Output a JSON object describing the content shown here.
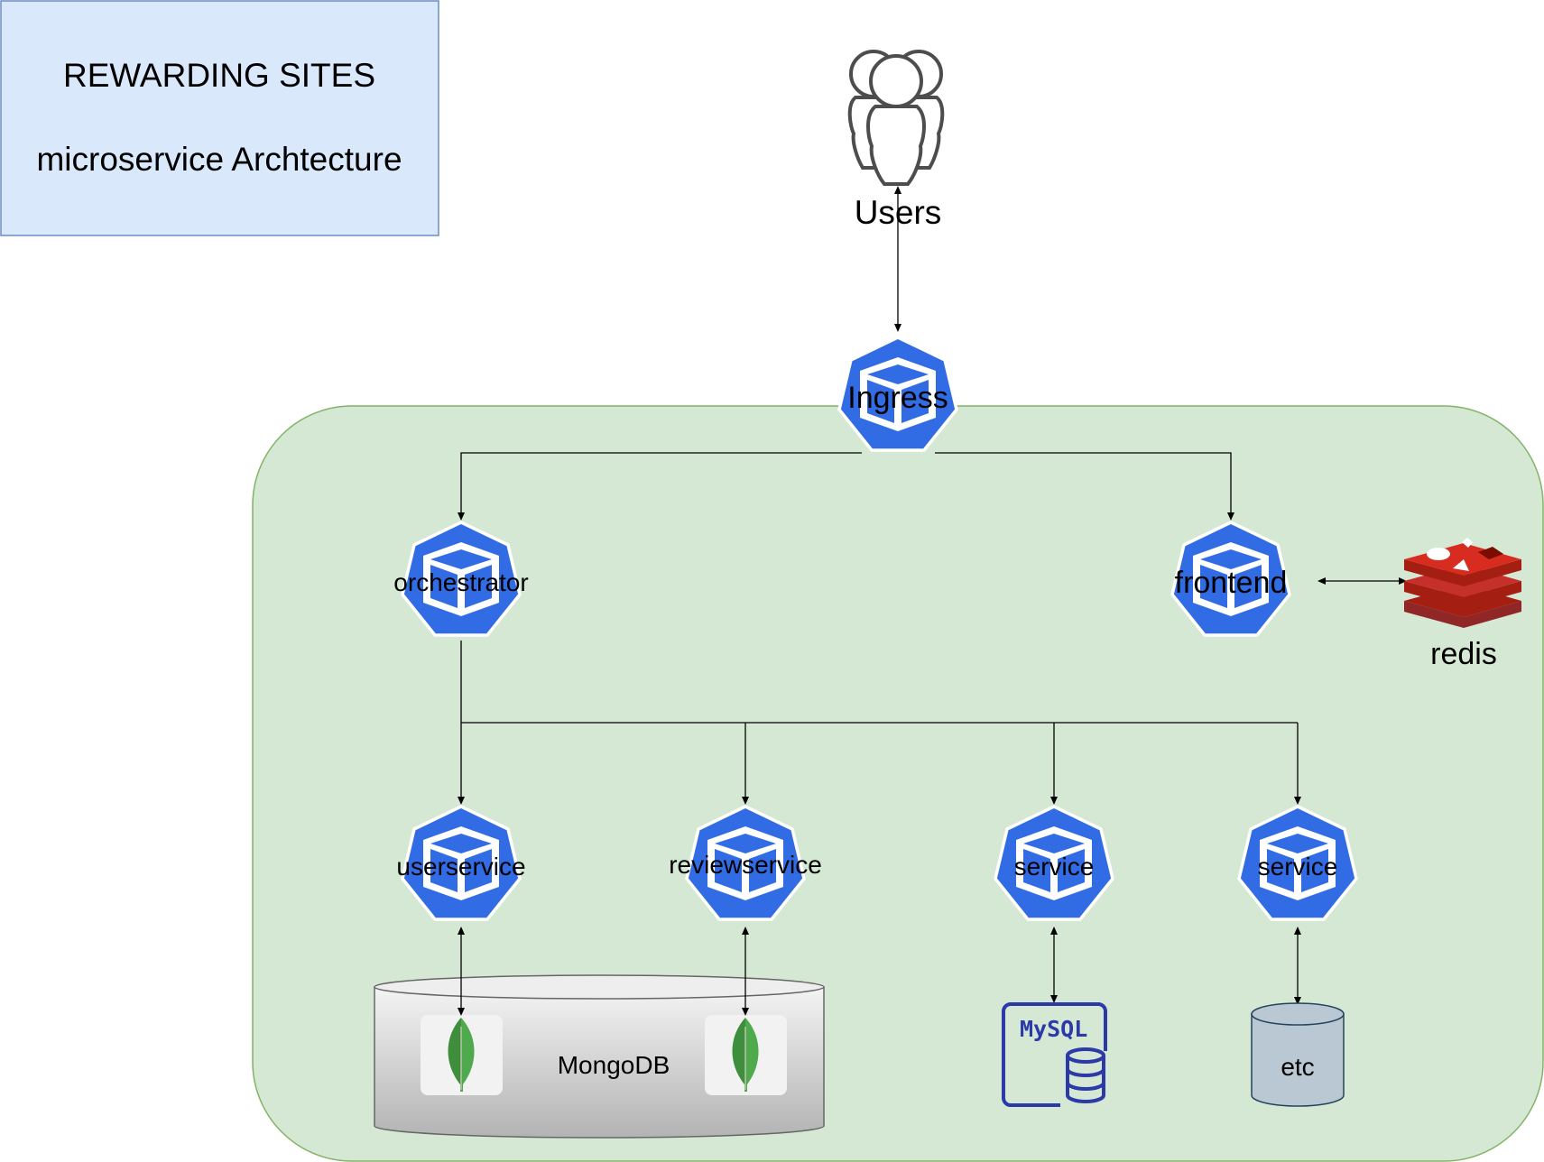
{
  "title_box": {
    "line1": "REWARDING SITES",
    "line2": "microservice Archtecture",
    "fill": "#dae8fc",
    "stroke": "#6c8ebf"
  },
  "users": {
    "label": "Users",
    "icon": "users-icon"
  },
  "cluster": {
    "fill": "#d5e8d4",
    "stroke": "#82b366"
  },
  "k8s_color": "#326ce5",
  "nodes": {
    "ingress": "Ingress",
    "orchestrator": "orchestrator",
    "frontend": "frontend",
    "userservice": "userservice",
    "reviewservice": "reviewservice",
    "service_mysql": "service",
    "service_etc": "service"
  },
  "redis": {
    "label": "redis",
    "color": "#c6302b",
    "icon": "redis-icon"
  },
  "mongodb": {
    "label": "MongoDB",
    "icon": "mongodb-leaf-icon",
    "leaf_color": "#4fa94d"
  },
  "mysql": {
    "label": "MySQL",
    "color": "#2b3aa8",
    "icon": "mysql-database-icon"
  },
  "etc": {
    "label": "etc",
    "fill": "#bac8d3",
    "stroke": "#23445d"
  }
}
